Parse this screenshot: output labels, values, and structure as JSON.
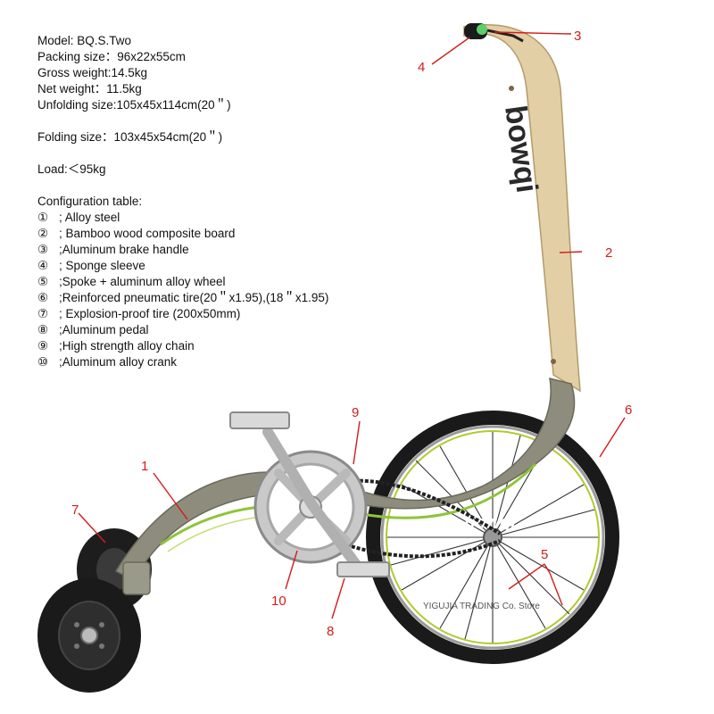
{
  "specs": {
    "model": "Model: BQ.S.Two",
    "packing": "Packing size：96x22x55cm",
    "gross": "Gross weight:14.5kg",
    "net": "Net weight：11.5kg",
    "unfold": "Unfolding size:105x45x114cm(20＂)",
    "fold": "Folding size：103x45x54cm(20＂)",
    "load": "Load:＜95kg"
  },
  "config": {
    "title": "Configuration table:",
    "items": [
      {
        "num": "①",
        "text": "; Alloy steel"
      },
      {
        "num": "②",
        "text": "; Bamboo wood composite board"
      },
      {
        "num": "③",
        "text": ";Aluminum brake handle"
      },
      {
        "num": "④",
        "text": "; Sponge sleeve"
      },
      {
        "num": "⑤",
        "text": ";Spoke + aluminum alloy wheel"
      },
      {
        "num": "⑥",
        "text": ";Reinforced pneumatic tire(20＂x1.95),(18＂x1.95)"
      },
      {
        "num": "⑦",
        "text": "; Explosion-proof tire (200x50mm)"
      },
      {
        "num": "⑧",
        "text": ";Aluminum pedal"
      },
      {
        "num": "⑨",
        "text": ";High strength alloy chain"
      },
      {
        "num": "⑩",
        "text": ";Aluminum alloy crank"
      }
    ]
  },
  "callouts": [
    "1",
    "2",
    "3",
    "4",
    "5",
    "6",
    "7",
    "8",
    "9",
    "10"
  ],
  "brand": "bowqi",
  "watermark": "YIGUJIA TRADING Co. Store",
  "colors": {
    "callout": "#d41b1b",
    "wood": "#e2cfa5",
    "frame": "#8e8c7c",
    "accent": "#8fc43a",
    "tire": "#1a1a1a"
  }
}
